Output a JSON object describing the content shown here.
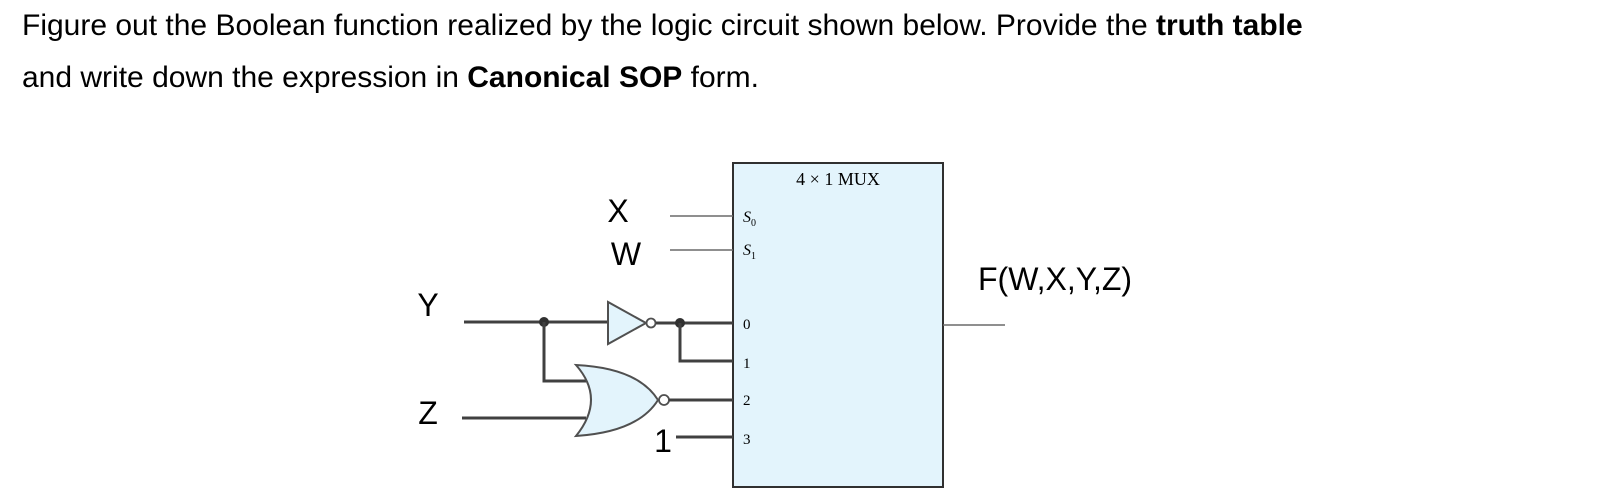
{
  "question": {
    "line1_pre": "Figure out the Boolean function realized by the logic circuit shown below. Provide the ",
    "line1_bold": "truth table",
    "line2_pre": "and write down the expression in ",
    "line2_bold": "Canonical  SOP",
    "line2_post": " form."
  },
  "circuit": {
    "mux_title": "4 × 1 MUX",
    "select_label_0": "S",
    "select_sub_0": "0",
    "select_label_1": "S",
    "select_sub_1": "1",
    "input_pins": [
      "0",
      "1",
      "2",
      "3"
    ],
    "signal_x": "X",
    "signal_w": "W",
    "signal_y": "Y",
    "signal_z": "Z",
    "constant_one": "1",
    "output_label": "F(W,X,Y,Z)",
    "mux_fill": "#e3f4fc",
    "line_color": "#404040"
  }
}
